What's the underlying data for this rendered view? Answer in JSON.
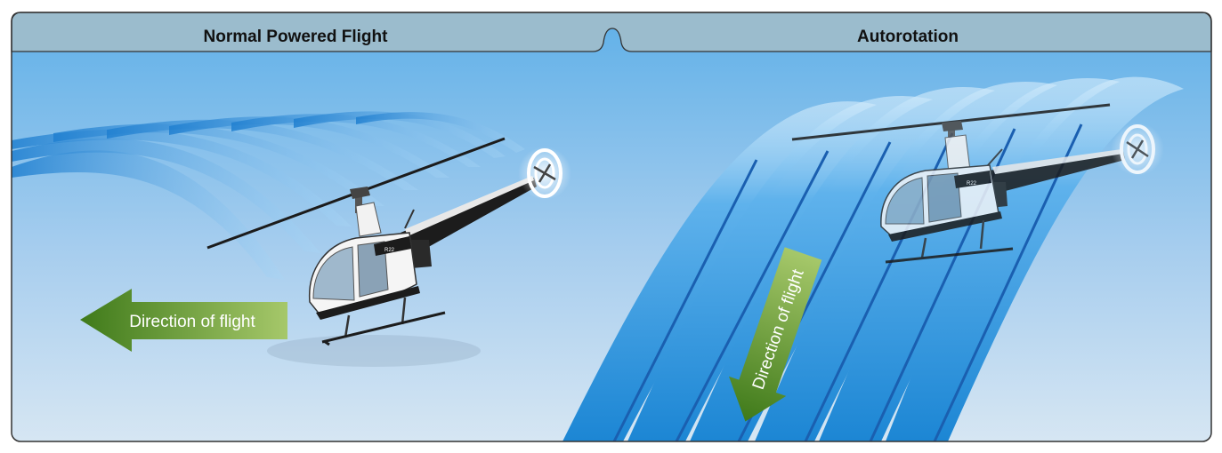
{
  "panels": {
    "left": {
      "title": "Normal Powered Flight"
    },
    "right": {
      "title": "Autorotation"
    }
  },
  "labels": {
    "direction_left": "Direction of flight",
    "direction_right": "Direction of flight"
  },
  "helicopter_model": "R22",
  "colors": {
    "header_bar": "#9bbccd",
    "sky_top": "#6fb6e6",
    "sky_bottom": "#cfe2f2",
    "airflow_blue": "#2a8fd8",
    "arrow_green": "#6f9e2c",
    "frame_border": "#333333"
  }
}
